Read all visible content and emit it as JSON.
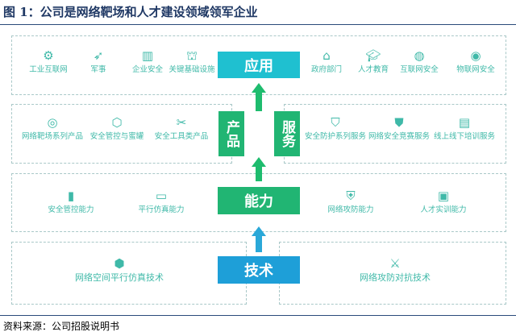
{
  "title": "图 1：公司是网络靶场和人才建设领域领军企业",
  "labels": {
    "app": "应用",
    "product": "产品",
    "service": "服务",
    "capability": "能力",
    "tech": "技术"
  },
  "app_items": [
    {
      "label": "工业互联网",
      "icon": "robot-arm-icon"
    },
    {
      "label": "军事",
      "icon": "missile-icon"
    },
    {
      "label": "企业安全",
      "icon": "building-icon"
    },
    {
      "label": "关键基础设施",
      "icon": "infrastructure-icon"
    },
    {
      "label": "政府部门",
      "icon": "government-icon"
    },
    {
      "label": "人才教育",
      "icon": "graduation-cap-icon"
    },
    {
      "label": "互联网安全",
      "icon": "globe-icon"
    },
    {
      "label": "物联网安全",
      "icon": "iot-wifi-icon"
    }
  ],
  "product_items": [
    {
      "label": "网络靶场系列产品",
      "icon": "target-icon"
    },
    {
      "label": "安全管控与蜜罐",
      "icon": "cube-icon"
    },
    {
      "label": "安全工具类产品",
      "icon": "tools-icon"
    }
  ],
  "service_items": [
    {
      "label": "安全防护系列服务",
      "icon": "shield-check-icon"
    },
    {
      "label": "网络安全竞赛服务",
      "icon": "medal-shield-icon"
    },
    {
      "label": "线上线下培训服务",
      "icon": "training-doc-icon"
    }
  ],
  "capability_items": [
    {
      "label": "安全管控能力",
      "icon": "signal-alert-icon"
    },
    {
      "label": "平行仿真能力",
      "icon": "id-card-icon"
    },
    {
      "label": "网络攻防能力",
      "icon": "shield-icon"
    },
    {
      "label": "人才实训能力",
      "icon": "person-screen-icon"
    }
  ],
  "tech_items": [
    {
      "label": "网络空间平行仿真技术",
      "icon": "hex-node-icon"
    },
    {
      "label": "网络攻防对抗技术",
      "icon": "crossed-swords-icon"
    }
  ],
  "footer": "资料来源：公司招股说明书",
  "colors": {
    "cyan": "#1fc0d0",
    "green": "#21b573",
    "blue": "#1e9fd8",
    "text": "#3fb9a8"
  }
}
